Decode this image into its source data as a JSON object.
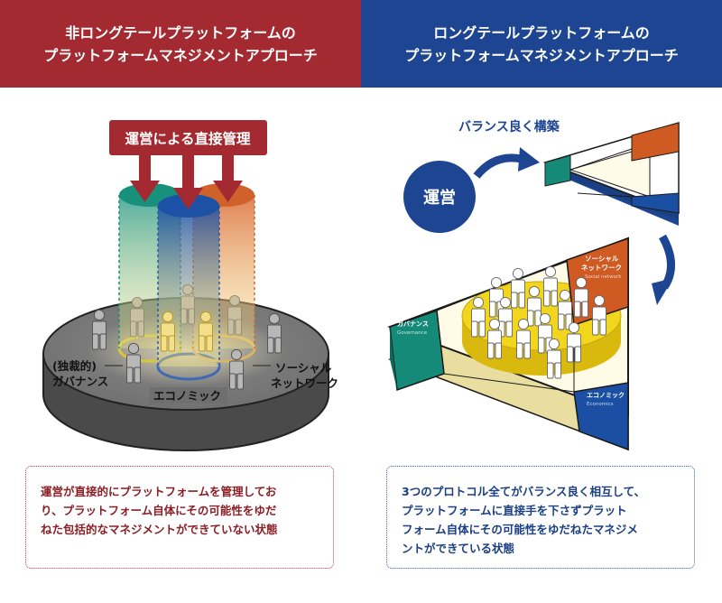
{
  "left_header": {
    "line1": "非ロングテールプラットフォームの",
    "line2": "プラットフォームマネジメントアプローチ"
  },
  "right_header": {
    "line1": "ロングテールプラットフォームの",
    "line2": "プラットフォームマネジメントアプローチ"
  },
  "left_diagram": {
    "banner": "運営による直接管理",
    "label_governance_1": "(独裁的)",
    "label_governance_2": "ガバナンス",
    "label_economic": "エコノミック",
    "label_social_1": "ソーシャル",
    "label_social_2": "ネットワーク"
  },
  "right_diagram": {
    "balance_text": "バランス良く構築",
    "operator": "運営",
    "tri_social_1": "ソーシャル",
    "tri_social_2": "ネットワーク",
    "tri_social_en": "Social network",
    "tri_governance": "ガバナンス",
    "tri_governance_en": "Governance",
    "tri_economic": "エコノミック",
    "tri_economic_en": "Economics"
  },
  "left_note": {
    "line1": "運営が直接的にプラットフォームを管理してお",
    "line2": "り、プラットフォーム自体にその可能性をゆだ",
    "line3": "ねた包括的なマネジメントができていない状態"
  },
  "right_note": {
    "line1": "3つのプロトコル全てがバランス良く相互して、",
    "line2": "プラットフォームに直接手を下さずプラット",
    "line3": "フォーム自体にその可能性をゆだねたマネジメ",
    "line4": "ントができている状態"
  },
  "colors": {
    "red": "#a32a31",
    "navy": "#1d4591",
    "teal": "#168a78",
    "blue": "#1b4fa3",
    "orange": "#cf5a22",
    "yellow": "#f0d21a"
  }
}
